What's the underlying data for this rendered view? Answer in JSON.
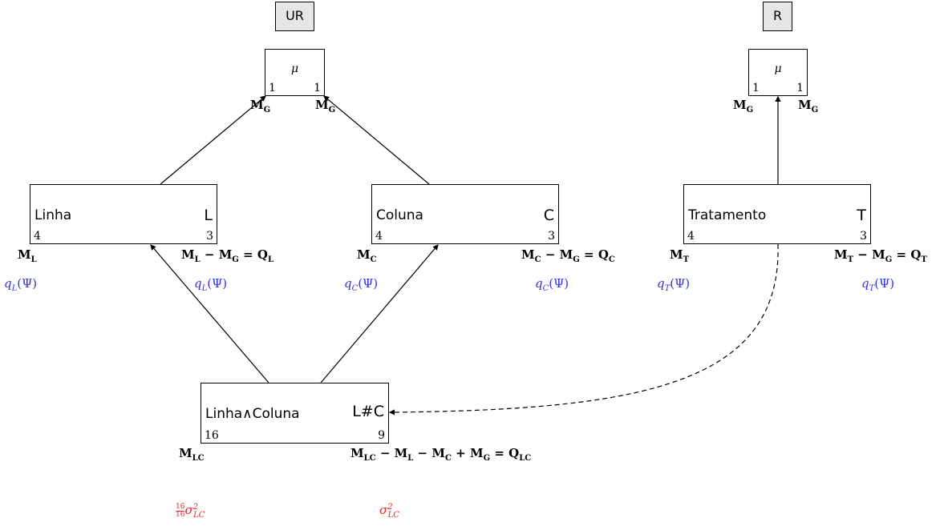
{
  "tags": {
    "ur": "UR",
    "r": "R"
  },
  "mu_ur": {
    "symbol": "μ",
    "levels": "1",
    "df": "1",
    "left_label": "M",
    "left_sub": "G",
    "right_label": "M",
    "right_sub": "G"
  },
  "mu_r": {
    "symbol": "μ",
    "levels": "1",
    "df": "1",
    "left_label": "M",
    "left_sub": "G",
    "right_label": "M",
    "right_sub": "G"
  },
  "factors": {
    "linha": {
      "name": "Linha",
      "abbr": "L",
      "levels": "4",
      "df": "3",
      "mean_label": "M",
      "mean_sub": "L",
      "ss_expr": "M_L − M_G = Q_L",
      "ss_parts": {
        "a": "M",
        "a_sub": "L",
        "b": "M",
        "b_sub": "G",
        "c": "Q",
        "c_sub": "L"
      },
      "q_left": "q",
      "q_left_sub": "L",
      "q_arg": "(Ψ)"
    },
    "coluna": {
      "name": "Coluna",
      "abbr": "C",
      "levels": "4",
      "df": "3",
      "mean_label": "M",
      "mean_sub": "C",
      "ss_parts": {
        "a": "M",
        "a_sub": "C",
        "b": "M",
        "b_sub": "G",
        "c": "Q",
        "c_sub": "C"
      },
      "q_left": "q",
      "q_left_sub": "C",
      "q_arg": "(Ψ)"
    },
    "tratamento": {
      "name": "Tratamento",
      "abbr": "T",
      "levels": "4",
      "df": "3",
      "mean_label": "M",
      "mean_sub": "T",
      "ss_parts": {
        "a": "M",
        "a_sub": "T",
        "b": "M",
        "b_sub": "G",
        "c": "Q",
        "c_sub": "T"
      },
      "q_left": "q",
      "q_left_sub": "T",
      "q_arg": "(Ψ)"
    },
    "interaction": {
      "name": "Linha∧Coluna",
      "abbr": "L#C",
      "levels": "16",
      "df": "9",
      "mean_label": "M",
      "mean_sub": "LC",
      "ss_expr_text": "M_LC − M_L − M_C + M_G = Q_LC",
      "var_coef_num": "16",
      "var_coef_den": "16",
      "sigma": "σ",
      "sigma_sup": "2",
      "sigma_sub": "LC"
    }
  },
  "operators": {
    "minus": "−",
    "plus": "+",
    "equals": "="
  }
}
